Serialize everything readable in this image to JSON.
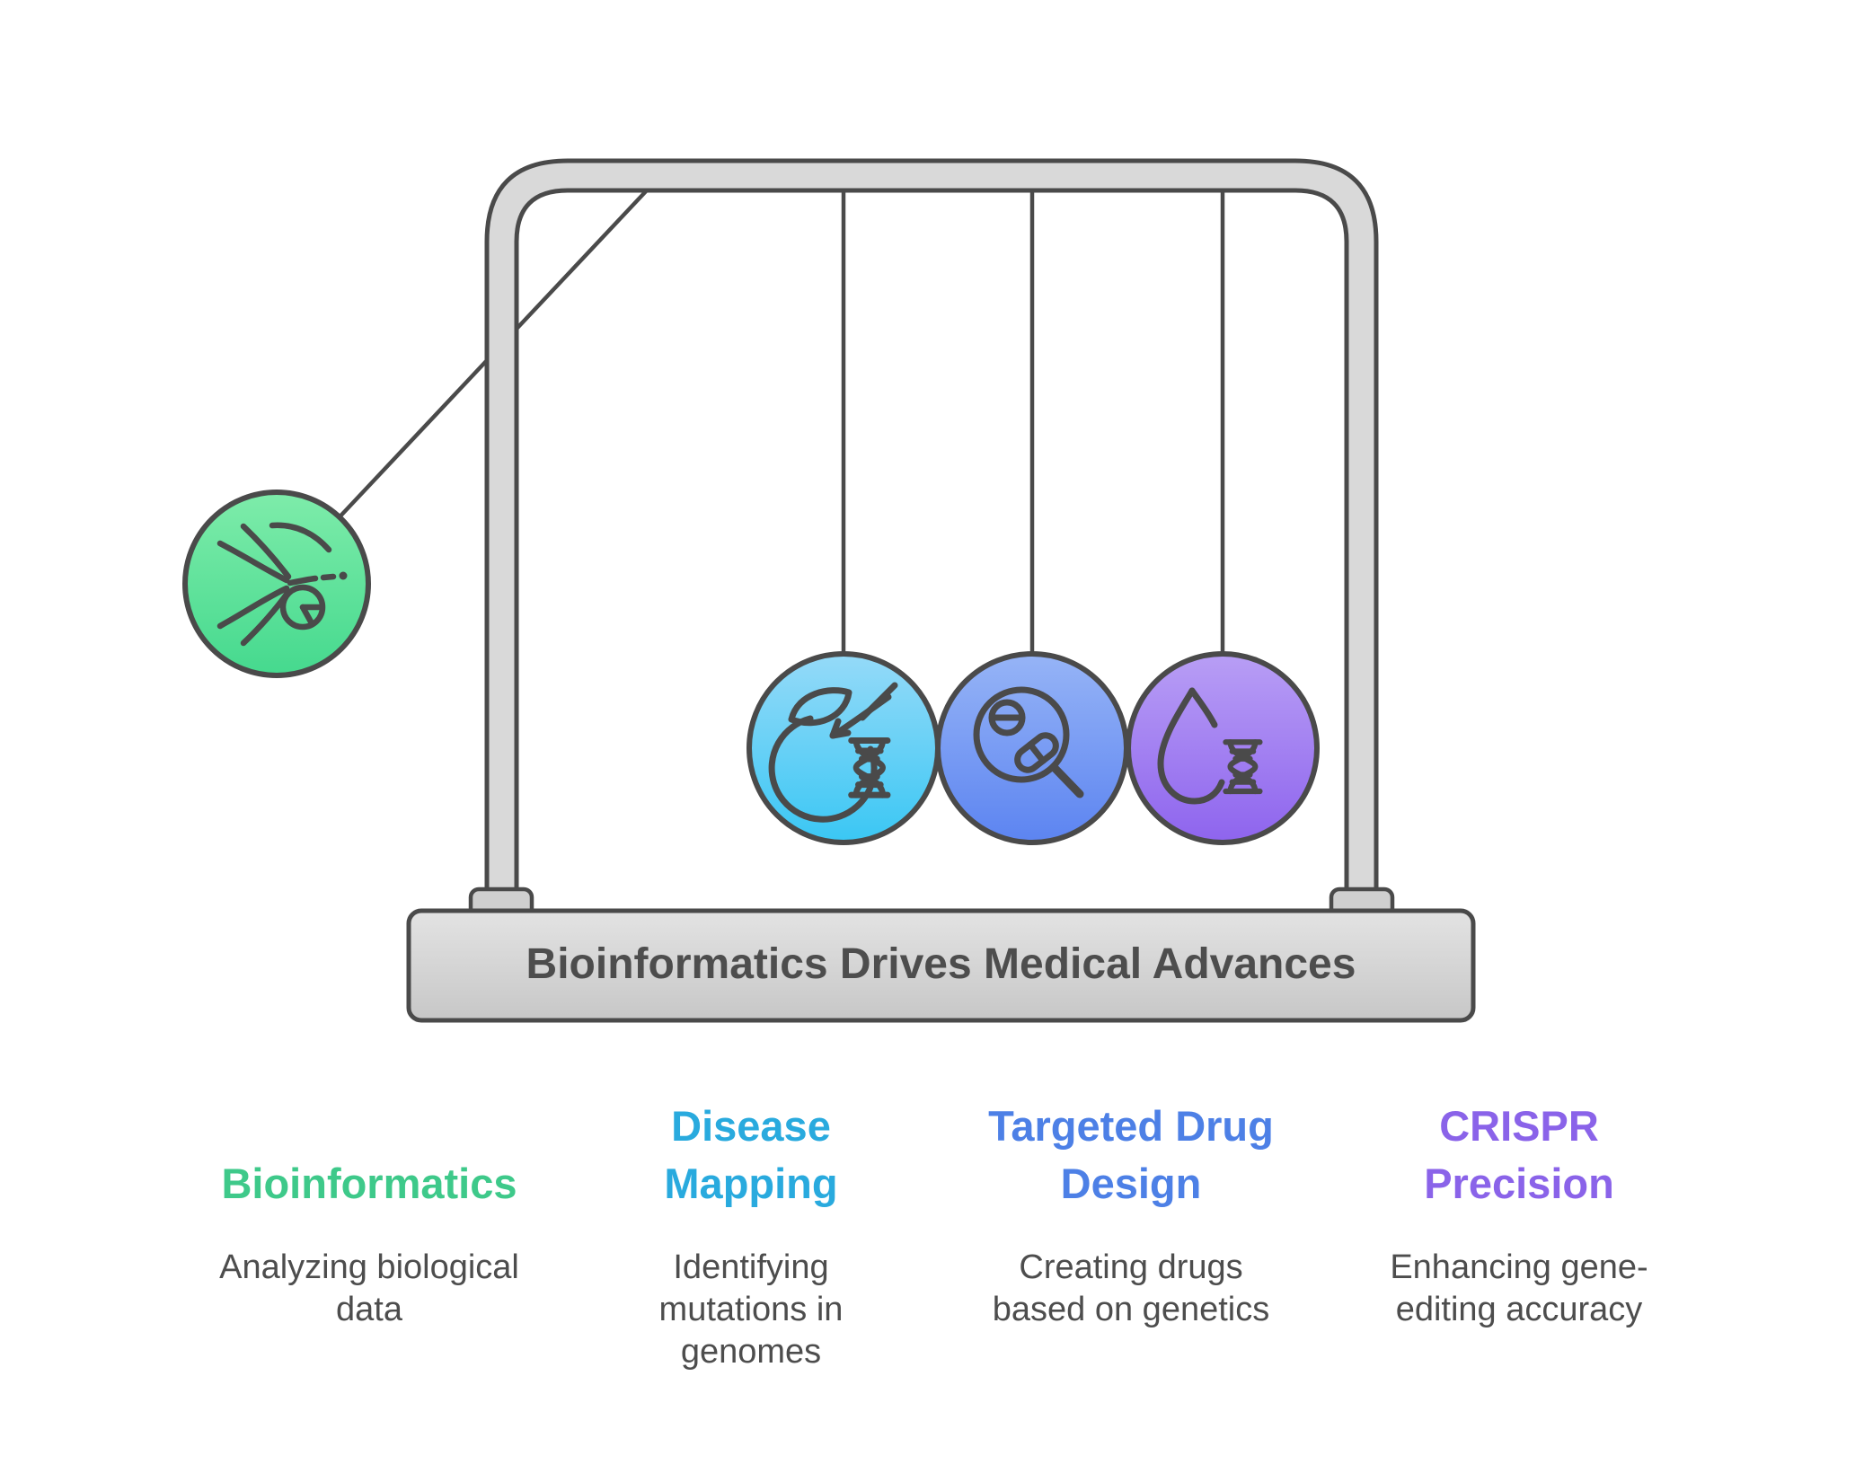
{
  "base": {
    "label": "Bioinformatics Drives Medical Advances"
  },
  "balls": [
    {
      "icon": "data-streams-pie-chart-icon",
      "gradient_top": "#7eecaa",
      "gradient_bottom": "#45d98e"
    },
    {
      "icon": "apple-dna-icon",
      "gradient_top": "#95daf8",
      "gradient_bottom": "#3ac7f4"
    },
    {
      "icon": "magnifier-pills-icon",
      "gradient_top": "#96b4f6",
      "gradient_bottom": "#5c84f1"
    },
    {
      "icon": "droplet-dna-icon",
      "gradient_top": "#b89ef5",
      "gradient_bottom": "#8e64ee"
    }
  ],
  "columns": [
    {
      "title": "Bioinformatics",
      "title_lines": [
        "Bioinformatics"
      ],
      "description": "Analyzing biological data",
      "desc_lines": [
        "Analyzing biological",
        "data"
      ],
      "accent": "#3ec98a"
    },
    {
      "title": "Disease Mapping",
      "title_lines": [
        "Disease",
        "Mapping"
      ],
      "description": "Identifying mutations in genomes",
      "desc_lines": [
        "Identifying",
        "mutations in",
        "genomes"
      ],
      "accent": "#29aade"
    },
    {
      "title": "Targeted Drug Design",
      "title_lines": [
        "Targeted Drug",
        "Design"
      ],
      "description": "Creating drugs based on genetics",
      "desc_lines": [
        "Creating drugs",
        "based on genetics"
      ],
      "accent": "#4d80e6"
    },
    {
      "title": "CRISPR Precision",
      "title_lines": [
        "CRISPR",
        "Precision"
      ],
      "description": "Enhancing gene-editing accuracy",
      "desc_lines": [
        "Enhancing gene-",
        "editing accuracy"
      ],
      "accent": "#8a63e9"
    }
  ],
  "colors": {
    "outline": "#4a4a4a",
    "frame_fill": "#d9d9d9",
    "feet_fill": "#cfcfcf",
    "base_gradient_top": "#e3e3e3",
    "base_gradient_bottom": "#c7c7c7",
    "body_text": "#4d4d4d"
  }
}
